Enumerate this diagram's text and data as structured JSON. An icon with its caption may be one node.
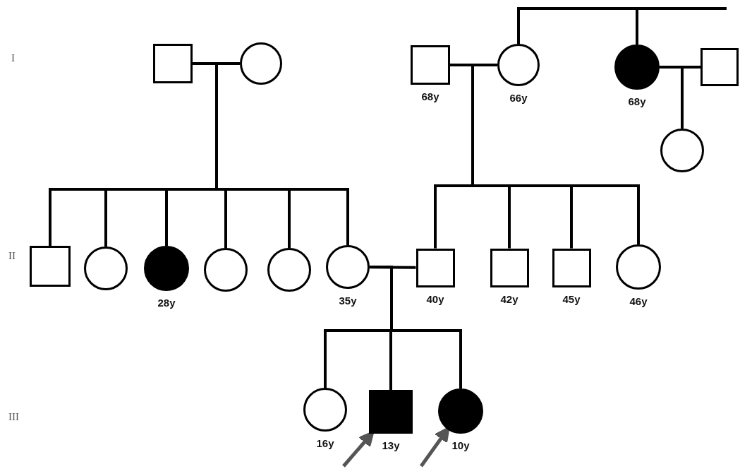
{
  "diagram": {
    "nodes": [
      {
        "text": [],
        "shape": "box"
      },
      {
        "text": [],
        "shape": "circle"
      },
      {
        "text": [],
        "shape": "box",
        "beside": [
          "68y"
        ]
      },
      {
        "text": [],
        "shape": "circle",
        "beside": [
          "66y"
        ]
      },
      {
        "text": [],
        "shape": "filled-circle",
        "beside": [
          "68y"
        ]
      },
      {
        "text": [],
        "shape": "box"
      },
      {
        "text": [],
        "shape": "circle"
      },
      {
        "text": [],
        "shape": "box"
      },
      {
        "text": [],
        "shape": "circle"
      },
      {
        "text": [],
        "shape": "filled-circle",
        "beside": [
          "28y"
        ]
      },
      {
        "text": [],
        "shape": "circle"
      },
      {
        "text": [],
        "shape": "circle"
      },
      {
        "text": [],
        "shape": "circle",
        "beside": [
          "35y"
        ]
      },
      {
        "text": [],
        "shape": "box",
        "beside": [
          "40y"
        ]
      },
      {
        "text": [],
        "shape": "box",
        "beside": [
          "42y"
        ]
      },
      {
        "text": [],
        "shape": "box",
        "beside": [
          "45y"
        ]
      },
      {
        "text": [],
        "shape": "circle",
        "beside": [
          "46y"
        ]
      },
      {
        "text": [],
        "shape": "circle",
        "beside": [
          "16y"
        ]
      },
      {
        "text": [],
        "shape": "filled-box",
        "beside": [
          "13y"
        ]
      },
      {
        "text": [],
        "shape": "filled-circle",
        "beside": [
          "10y"
        ]
      }
    ],
    "edges": [
      {
        "from": 0,
        "to": 1,
        "arrow": "none"
      },
      {
        "from": 2,
        "to": 3,
        "arrow": "none"
      },
      {
        "from": 4,
        "to": 5,
        "arrow": "none"
      },
      {
        "from": 3,
        "to": 4,
        "arrow": "none"
      },
      {
        "from": 4,
        "to": null,
        "arrow": "none"
      },
      {
        "from": 0,
        "to": 7,
        "arrow": "none"
      },
      {
        "from": 0,
        "to": 8,
        "arrow": "none"
      },
      {
        "from": 0,
        "to": 9,
        "arrow": "none"
      },
      {
        "from": 0,
        "to": 10,
        "arrow": "none"
      },
      {
        "from": 0,
        "to": 11,
        "arrow": "none"
      },
      {
        "from": 0,
        "to": 12,
        "arrow": "none"
      },
      {
        "from": 2,
        "to": 13,
        "arrow": "none"
      },
      {
        "from": 2,
        "to": 14,
        "arrow": "none"
      },
      {
        "from": 2,
        "to": 15,
        "arrow": "none"
      },
      {
        "from": 2,
        "to": 16,
        "arrow": "none"
      },
      {
        "from": 4,
        "to": 6,
        "arrow": "none"
      },
      {
        "from": 12,
        "to": 13,
        "arrow": "none"
      },
      {
        "from": 12,
        "to": 17,
        "arrow": "none"
      },
      {
        "from": 12,
        "to": 18,
        "arrow": "none"
      },
      {
        "from": 12,
        "to": 19,
        "arrow": "none"
      },
      {
        "from": null,
        "to": 18,
        "arrow": "to",
        "color": "#555555"
      },
      {
        "from": null,
        "to": 19,
        "arrow": "to",
        "color": "#555555"
      }
    ],
    "labels": [
      "I",
      "II",
      "III"
    ]
  }
}
